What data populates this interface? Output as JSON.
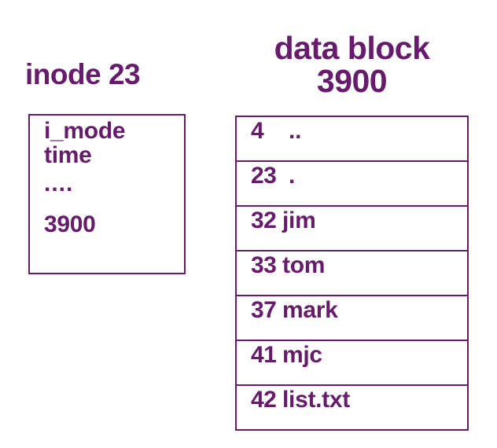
{
  "colors": {
    "ink": "#661b6b",
    "background": "#ffffff",
    "border": "#661b6b"
  },
  "inode": {
    "title": "inode 23",
    "fields": [
      {
        "label": "i_mode"
      },
      {
        "label": "time"
      },
      {
        "label": "...."
      },
      {
        "label": "3900"
      }
    ]
  },
  "data_block": {
    "title_line1": "data block",
    "title_line2": "3900",
    "entries": [
      {
        "inum": "4",
        "name": " .."
      },
      {
        "inum": "23",
        "name": " ."
      },
      {
        "inum": "32",
        "name": "jim"
      },
      {
        "inum": "33",
        "name": "tom"
      },
      {
        "inum": "37",
        "name": "mark"
      },
      {
        "inum": "41",
        "name": "mjc"
      },
      {
        "inum": "42",
        "name": "list.txt"
      }
    ]
  }
}
